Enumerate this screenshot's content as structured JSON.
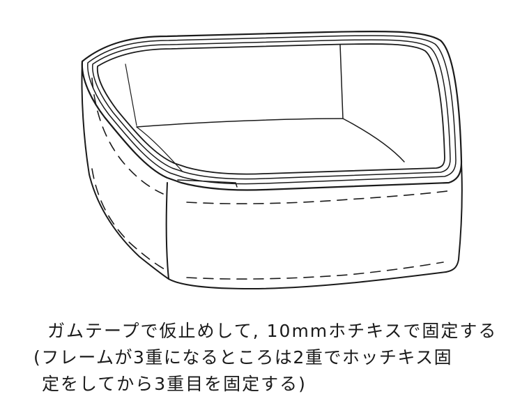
{
  "caption": {
    "line1": "ガムテープで仮止めして, 10mmホチキスで固定する",
    "line2": "(フレームが3重になるところは2重でホッチキス固",
    "line3": "定をしてから3重目を固定する)"
  }
}
